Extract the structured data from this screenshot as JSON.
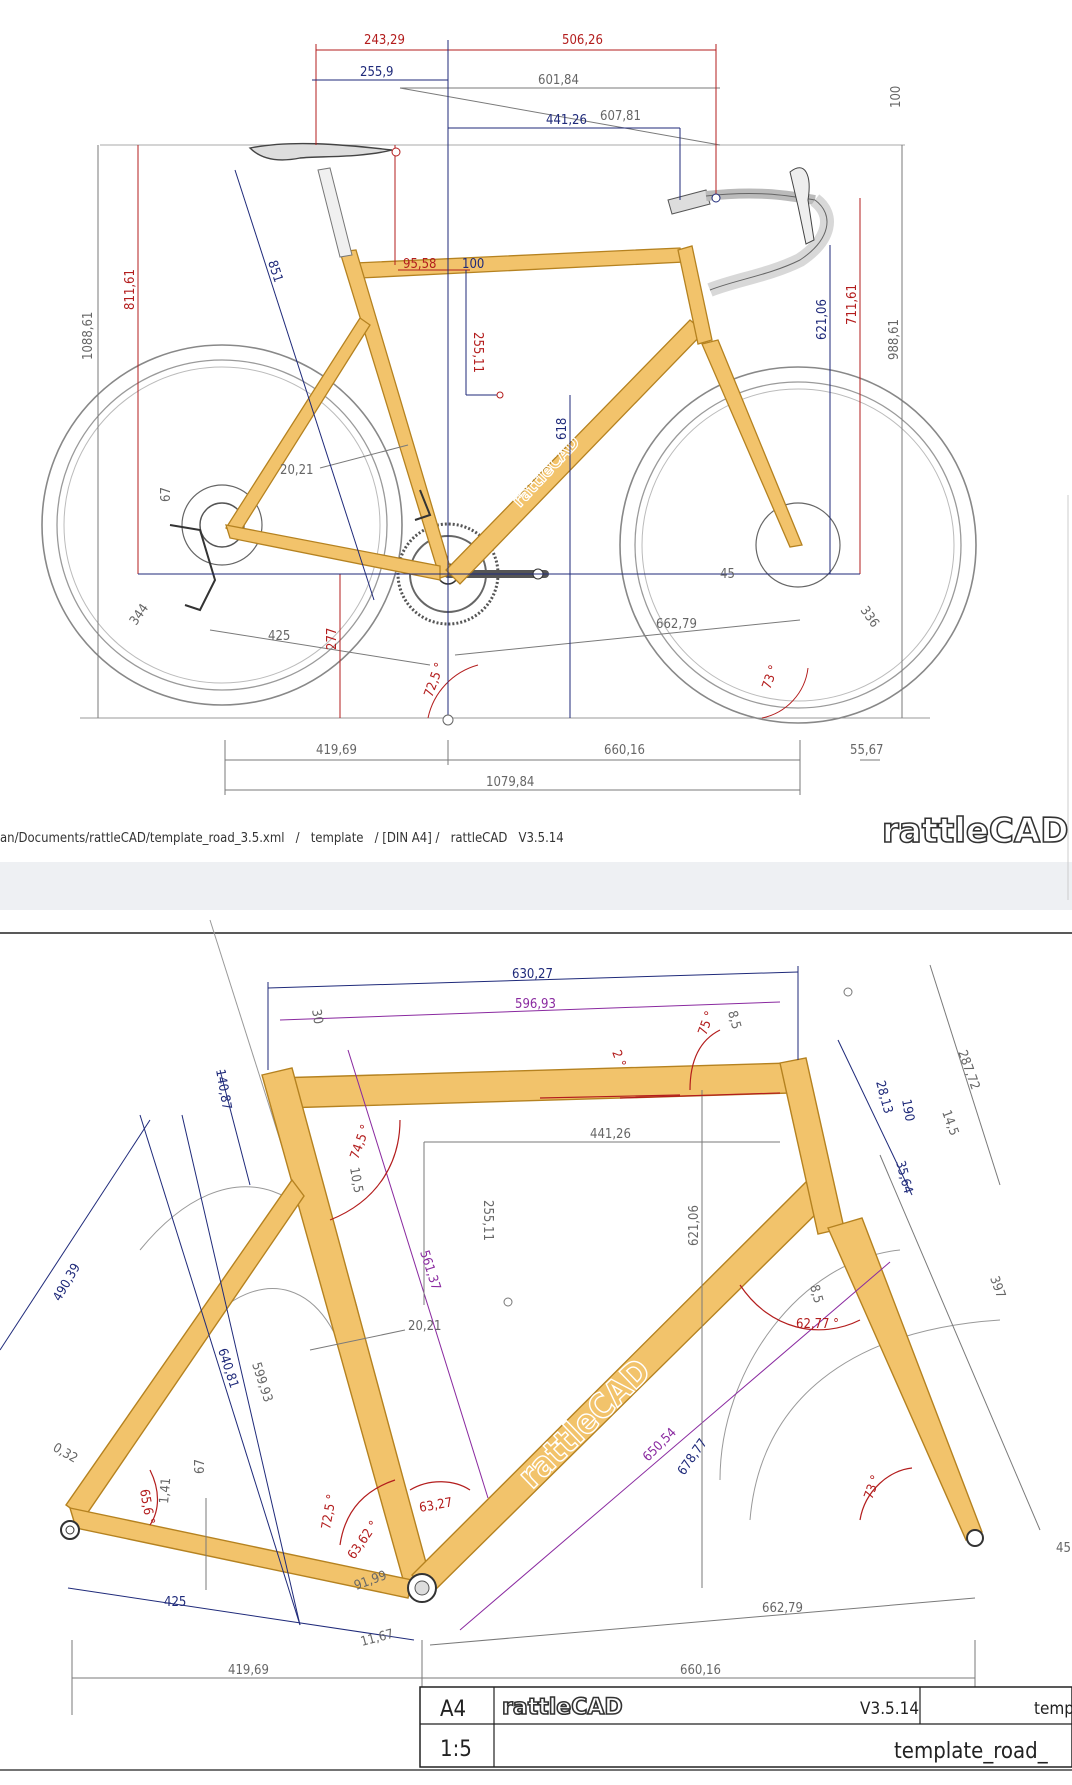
{
  "file_path": "an/Documents/rattleCAD/template_road_3.5.xml   /   template   / [DIN A4] /   rattleCAD   V3.5.14",
  "logo": "rattleCAD",
  "frame_watermark": "rattleCAD",
  "colors": {
    "frame_fill": "#f2c36b",
    "frame_stroke": "#b58220",
    "dim_gray": "#7a7a7a",
    "dim_red": "#b31d1d",
    "dim_navy": "#1f2a7a",
    "dim_purple": "#8a2aa0",
    "band": "#eef0f3"
  },
  "top": {
    "dims": {
      "d1": "243,29",
      "d2": "506,26",
      "d3": "255,9",
      "d4": "601,84",
      "d5": "441,26",
      "d6": "607,81",
      "d7": "100",
      "d8": "1088,61",
      "d9": "811,61",
      "d10": "851",
      "d11": "95,58",
      "d12": "100",
      "d13": "255,11",
      "d14": "621,06",
      "d15": "711,61",
      "d16": "988,61",
      "d17": "618",
      "d18": "20,21",
      "d19": "67",
      "d20": "344",
      "d21": "425",
      "d22": "277",
      "d23": "72,5 °",
      "d24": "662,79",
      "d25": "45",
      "d26": "73 °",
      "d27": "336",
      "d28": "419,69",
      "d29": "660,16",
      "d30": "55,67",
      "d31": "1079,84"
    }
  },
  "bottom": {
    "dims": {
      "b1": "630,27",
      "b2": "596,93",
      "b3": "30",
      "b4": "140,87",
      "b5": "2 °",
      "b6": "75 °",
      "b7": "8,5",
      "b8": "287,72",
      "b9": "28,13",
      "b10": "190",
      "b11": "14,5",
      "b12": "441,26",
      "b13": "10,5",
      "b14": "74,5 °",
      "b15": "255,11",
      "b16": "621,06",
      "b17": "35,64",
      "b18": "397",
      "b19": "490,39",
      "b20": "561,37",
      "b21": "8,5",
      "b22": "62,77 °",
      "b23": "20,21",
      "b24": "640,81",
      "b25": "599,93",
      "b26": "0,32",
      "b27": "65,6 °",
      "b28": "1,41",
      "b29": "67",
      "b30": "72,5 °",
      "b31": "63,62 °",
      "b32": "63,27",
      "b33": "650,54",
      "b34": "678,77",
      "b35": "73 °",
      "b36": "45",
      "b37": "425",
      "b38": "91,99",
      "b39": "11,67",
      "b40": "662,79",
      "b41": "419,69",
      "b42": "660,16"
    }
  },
  "title_block": {
    "format": "A4",
    "logo": "rattleCAD",
    "version": "V3.5.14",
    "template_short": "temp",
    "scale": "1:5",
    "filename": "template_road_"
  }
}
